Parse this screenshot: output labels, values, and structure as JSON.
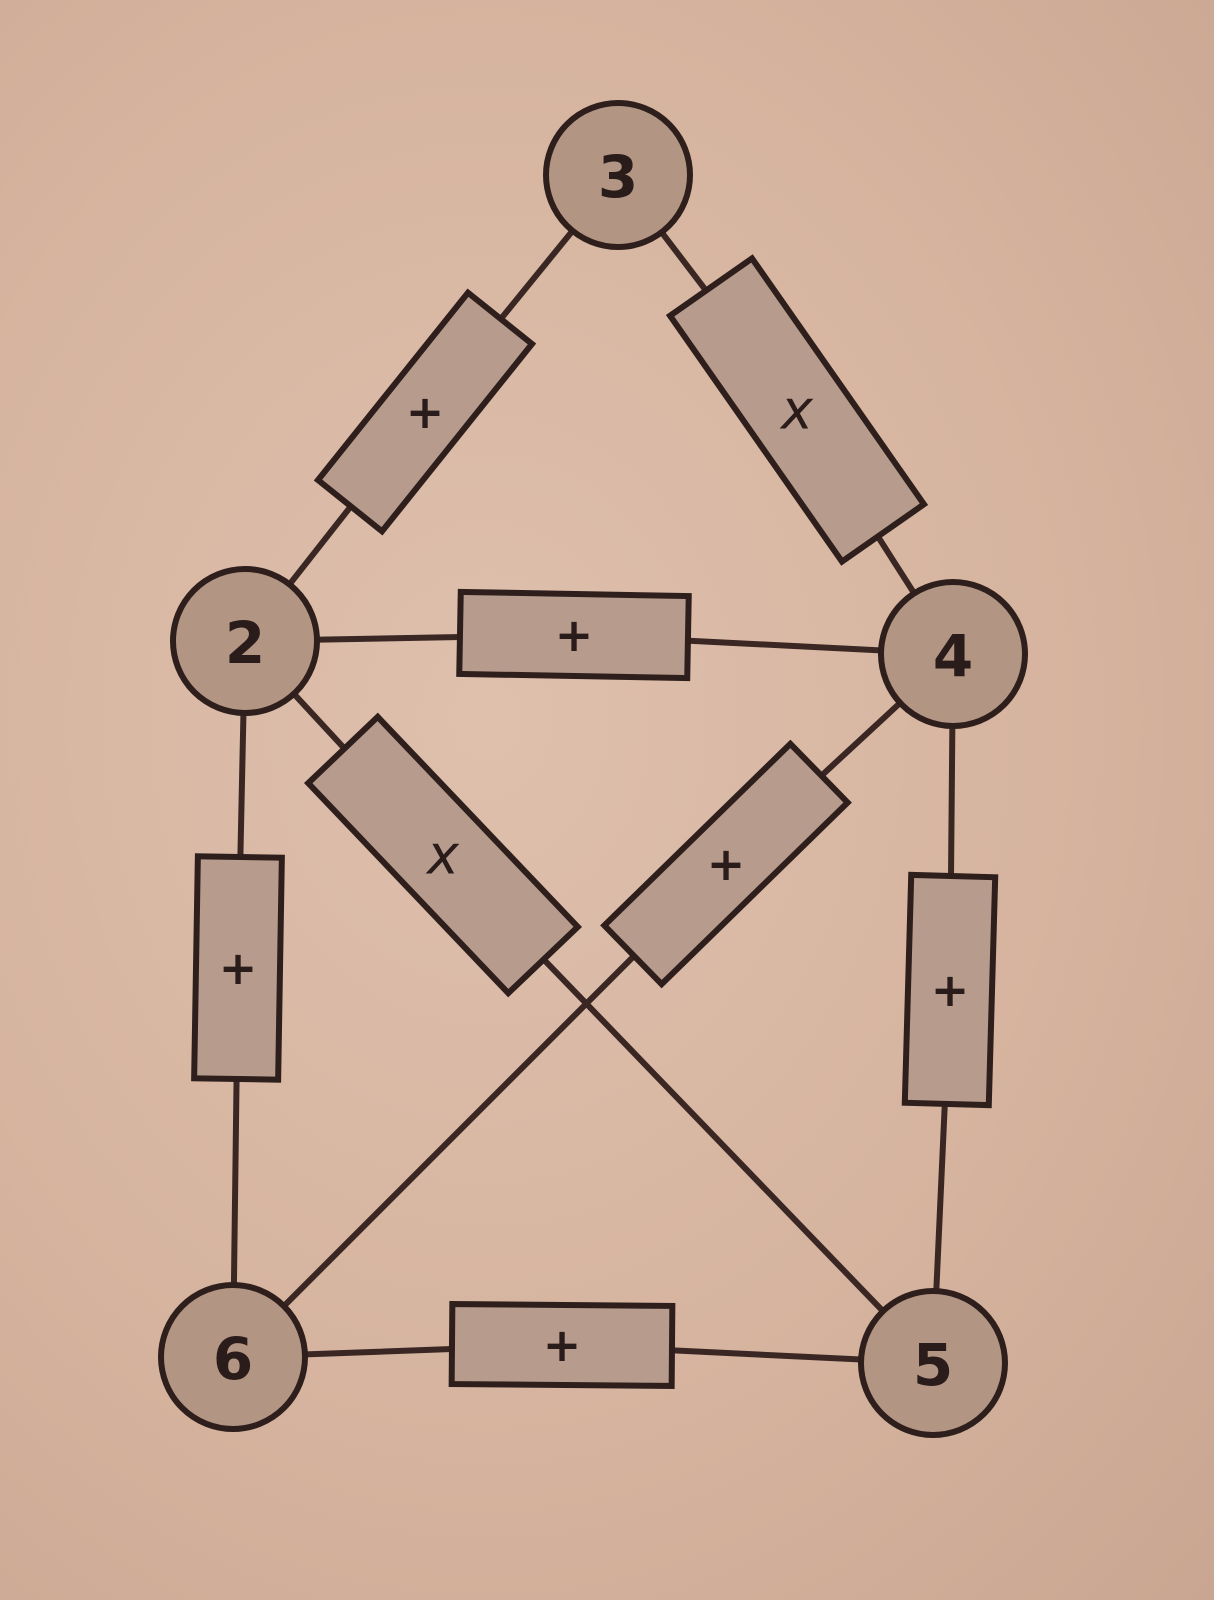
{
  "diagram": {
    "nodes": [
      {
        "id": "n3",
        "label": "3"
      },
      {
        "id": "n2",
        "label": "2"
      },
      {
        "id": "n4",
        "label": "4"
      },
      {
        "id": "n6",
        "label": "6"
      },
      {
        "id": "n5",
        "label": "5"
      }
    ],
    "edges": [
      {
        "id": "e-3-2",
        "from": "n3",
        "to": "n2",
        "op": "+"
      },
      {
        "id": "e-3-4",
        "from": "n3",
        "to": "n4",
        "op": "x"
      },
      {
        "id": "e-2-4",
        "from": "n2",
        "to": "n4",
        "op": "+"
      },
      {
        "id": "e-2-5",
        "from": "n2",
        "to": "n5",
        "op": "x"
      },
      {
        "id": "e-4-6",
        "from": "n4",
        "to": "n6",
        "op": "+"
      },
      {
        "id": "e-2-6",
        "from": "n2",
        "to": "n6",
        "op": "+"
      },
      {
        "id": "e-4-5",
        "from": "n4",
        "to": "n5",
        "op": "+"
      },
      {
        "id": "e-6-5",
        "from": "n6",
        "to": "n5",
        "op": "+"
      }
    ]
  },
  "colors": {
    "background": "#d8b8a4",
    "node_fill": "#b39584",
    "box_fill": "#b79c8d",
    "stroke": "#2e1f1c"
  }
}
